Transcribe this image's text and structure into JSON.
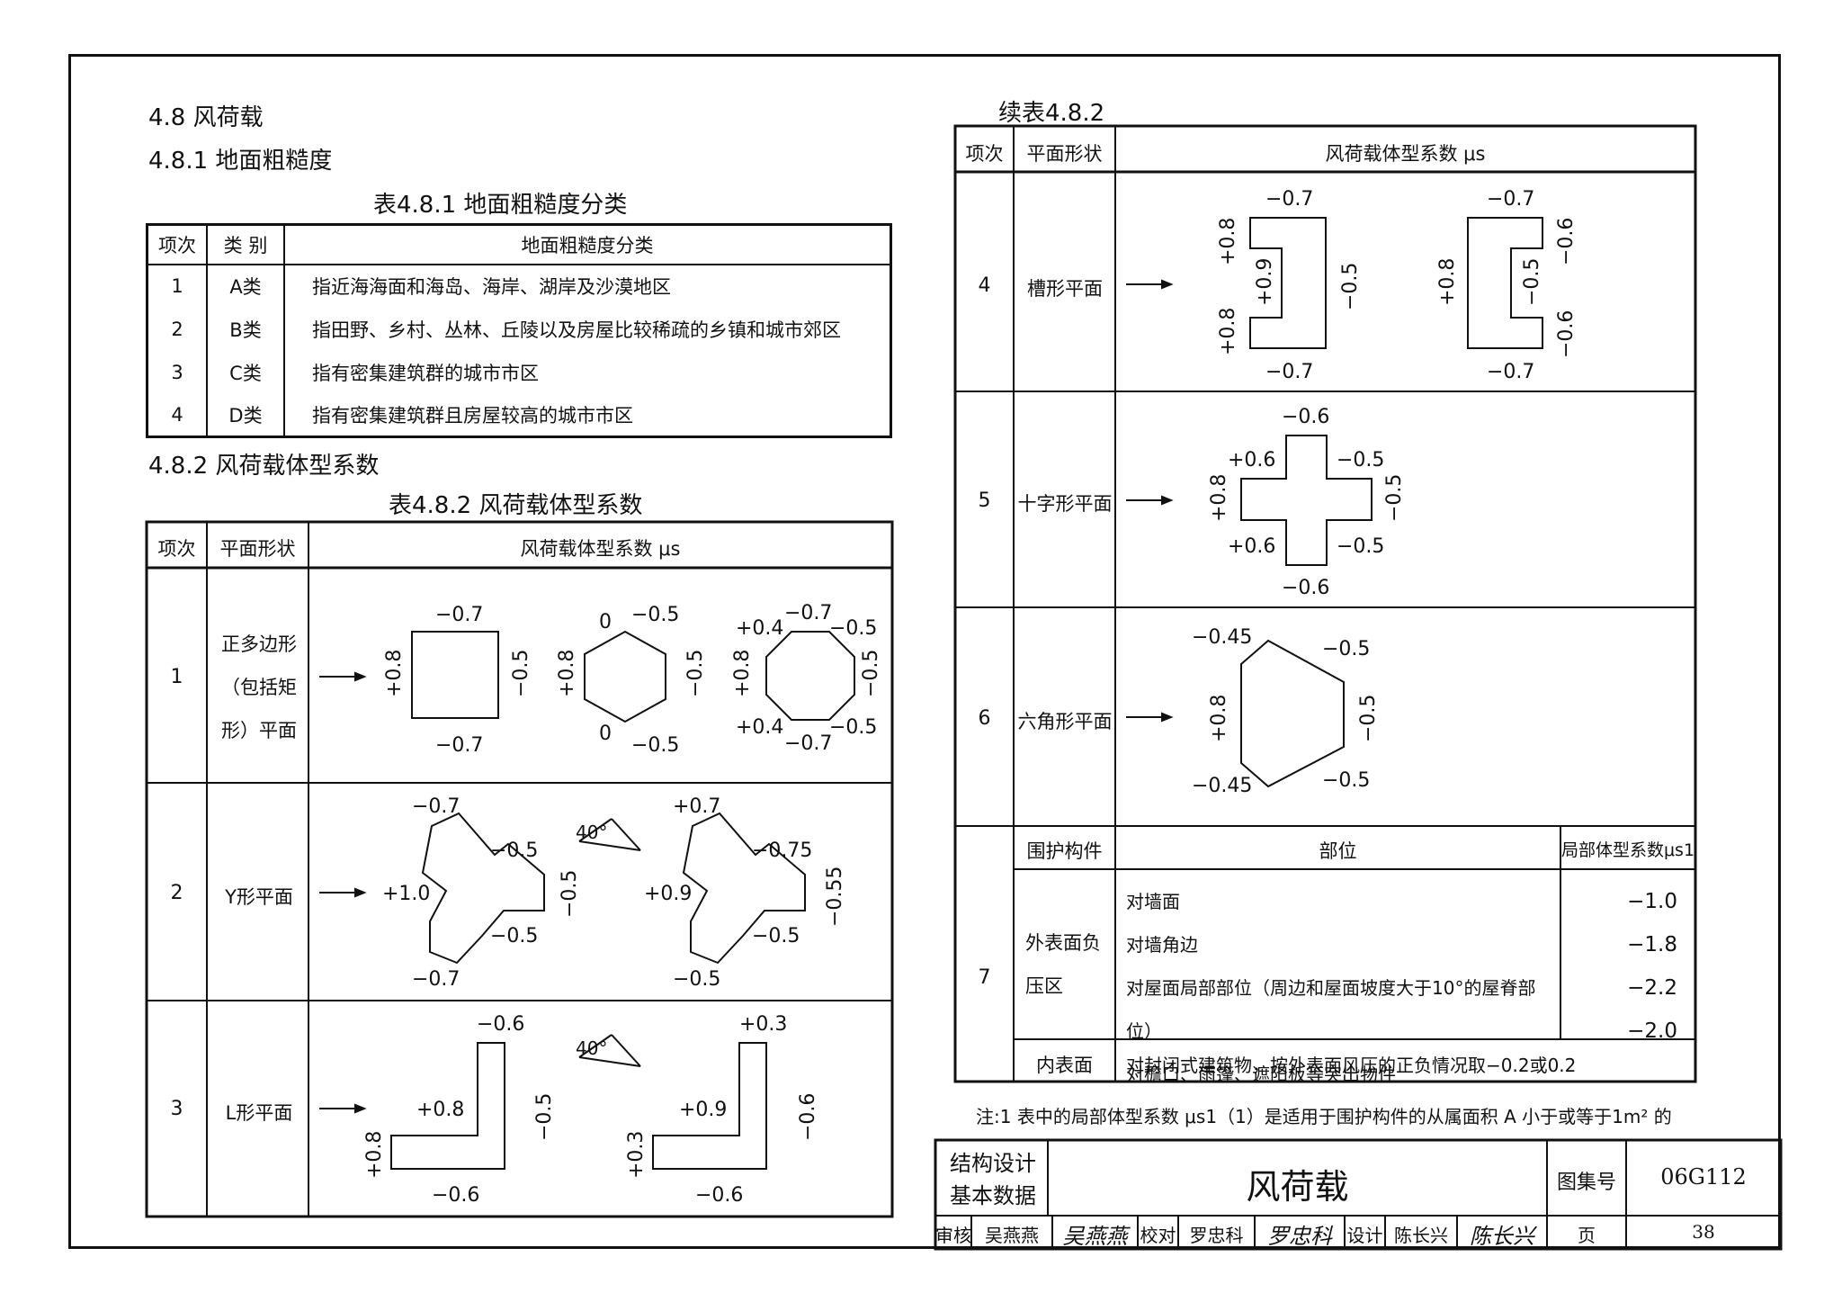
{
  "heading": {
    "section": "4.8 风荷载",
    "subsection_1": "4.8.1 地面粗糙度",
    "subsection_2": "4.8.2 风荷载体型系数"
  },
  "table_481": {
    "caption": "表4.8.1 地面粗糙度分类",
    "headers": [
      "项次",
      "类 别",
      "地面粗糙度分类"
    ],
    "rows": [
      {
        "idx": "1",
        "cls": "A类",
        "desc": "指近海海面和海岛、海岸、湖岸及沙漠地区"
      },
      {
        "idx": "2",
        "cls": "B类",
        "desc": "指田野、乡村、丛林、丘陵以及房屋比较稀疏的乡镇和城市郊区"
      },
      {
        "idx": "3",
        "cls": "C类",
        "desc": "指有密集建筑群的城市市区"
      },
      {
        "idx": "4",
        "cls": "D类",
        "desc": "指有密集建筑群且房屋较高的城市市区"
      }
    ]
  },
  "table_482": {
    "caption": "表4.8.2 风荷载体型系数",
    "headers": [
      "项次",
      "平面形状",
      "风荷载体型系数 μs"
    ],
    "rows": [
      {
        "idx": "1",
        "shape": [
          "正多边形",
          "（包括矩",
          "形）平面"
        ]
      },
      {
        "idx": "2",
        "shape": [
          "Y形平面"
        ]
      },
      {
        "idx": "3",
        "shape": [
          "L形平面"
        ]
      }
    ]
  },
  "table_482_cont": {
    "caption": "续表4.8.2",
    "headers": [
      "项次",
      "平面形状",
      "风荷载体型系数 μs"
    ],
    "rows": [
      {
        "idx": "4",
        "shape": "槽形平面"
      },
      {
        "idx": "5",
        "shape": "十字形平面"
      },
      {
        "idx": "6",
        "shape": "六角形平面"
      }
    ],
    "row7": {
      "idx": "7",
      "headers": [
        "围护构件",
        "部位",
        "局部体型系数μs1"
      ],
      "group_1": [
        "外表面负",
        "压区"
      ],
      "items": [
        {
          "pos": "对墙面",
          "val": "−1.0"
        },
        {
          "pos": "对墙角边",
          "val": "−1.8"
        },
        {
          "pos": "对屋面局部部位（周边和屋面坡度大于10°的屋脊部位）",
          "val": "−2.2"
        },
        {
          "pos": "对檐口、雨篷、遮阳板等突出物件",
          "val": "−2.0"
        }
      ],
      "inner_label": "内表面",
      "inner_text": "对封闭式建筑物，按外表面风压的正负情况取−0.2或0.2"
    }
  },
  "note": "注:1 表中的局部体型系数 μs1（1）是适用于围护构件的从属面积 A 小于或等于1m² 的",
  "diagrams": {
    "square": {
      "top": "−0.7",
      "bottom": "−0.7",
      "left": "+0.8",
      "right": "−0.5"
    },
    "hexagon": {
      "tl": "0",
      "tr": "−0.5",
      "bl": "0",
      "br": "−0.5",
      "left": "+0.8",
      "right": "−0.5"
    },
    "octagon": {
      "tl": "+0.4",
      "top": "−0.7",
      "tr": "−0.5",
      "bl": "+0.4",
      "bottom": "−0.7",
      "br": "−0.5",
      "left": "+0.8",
      "right": "−0.5"
    },
    "y1": {
      "top": "−0.7",
      "in_upper": "−0.5",
      "left": "+1.0",
      "in_lower": "−0.5",
      "bottom": "−0.7",
      "right": "−0.5"
    },
    "y2": {
      "top": "+0.7",
      "in_upper": "−0.75",
      "left": "+0.9",
      "in_lower": "−0.5",
      "bottom": "−0.5",
      "right": "−0.55"
    },
    "l1": {
      "top": "−0.6",
      "inner": "+0.8",
      "left": "+0.8",
      "bottom": "−0.6",
      "right": "−0.5"
    },
    "l2": {
      "top": "+0.3",
      "inner": "+0.9",
      "left": "+0.3",
      "bottom": "−0.6",
      "right": "−0.6"
    },
    "angle_label": "40°",
    "ch1": {
      "top": "−0.7",
      "bottom": "−0.7",
      "left_top": "+0.8",
      "left_bottom": "+0.8",
      "inner": "+0.9",
      "right": "−0.5"
    },
    "ch2": {
      "top": "−0.7",
      "bottom": "−0.7",
      "left": "+0.8",
      "inner": "−0.5",
      "right_top": "−0.6",
      "right_bottom": "−0.6"
    },
    "cross": {
      "top": "−0.6",
      "bottom": "−0.6",
      "tl": "+0.6",
      "tr": "−0.5",
      "bl": "+0.6",
      "br": "−0.5",
      "left": "+0.8",
      "right": "−0.5"
    },
    "hex6": {
      "tl": "−0.45",
      "tr": "−0.5",
      "bl": "−0.45",
      "br": "−0.5",
      "left": "+0.8",
      "right": "−0.5"
    }
  },
  "title_block": {
    "category": [
      "结构设计",
      "基本数据"
    ],
    "title": "风荷载",
    "atlas_label": "图集号",
    "atlas_no": "06G112",
    "review_label": "审核",
    "reviewer": "吴燕燕",
    "check_label": "校对",
    "checker": "罗忠科",
    "design_label": "设计",
    "designer": "陈长兴",
    "page_label": "页",
    "page_no": "38"
  }
}
